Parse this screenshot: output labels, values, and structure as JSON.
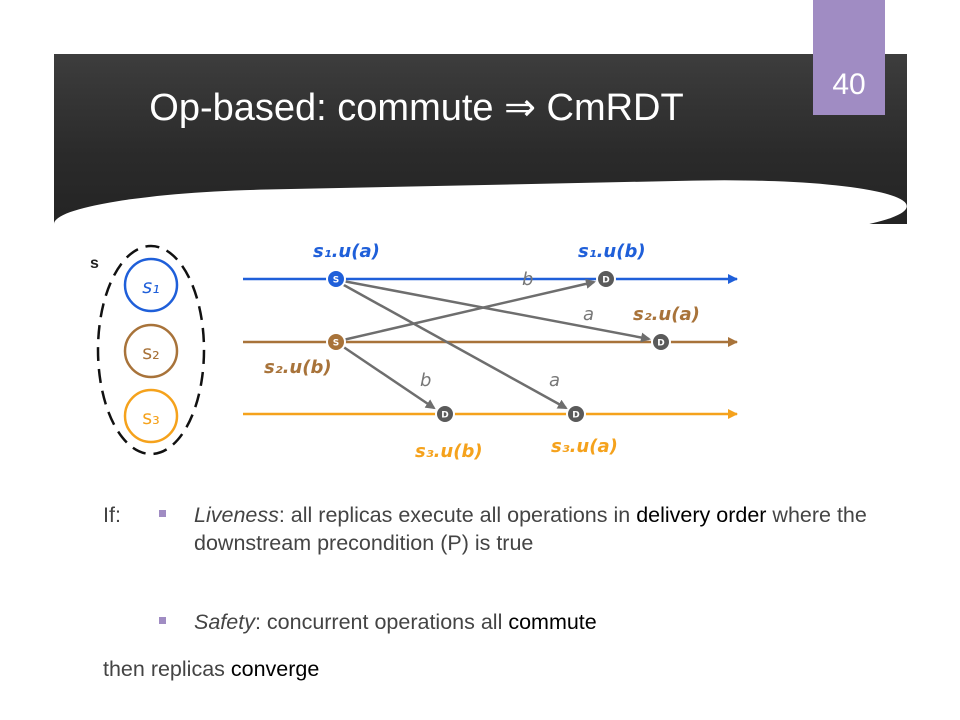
{
  "slide": {
    "title": "Op-based: commute ⇒ CmRDT",
    "page_number": "40"
  },
  "diagram": {
    "set_label": "s",
    "replicas": [
      {
        "id": "s1",
        "label": "s₁",
        "color": "#1f5fd9"
      },
      {
        "id": "s2",
        "label": "s₂",
        "color": "#a8733a"
      },
      {
        "id": "s3",
        "label": "s₃",
        "color": "#f5a21c"
      }
    ],
    "node_letters": {
      "source": "S",
      "downstream": "D"
    },
    "event_labels": {
      "s1_source": "s₁.u(a)",
      "s1_down": "s₁.u(b)",
      "s2_source": "s₂.u(b)",
      "s2_down": "s₂.u(a)",
      "s3_down_b": "s₃.u(b)",
      "s3_down_a": "s₃.u(a)"
    },
    "message_labels": {
      "b_upper": "b",
      "a_upper": "a",
      "b_lower": "b",
      "a_lower": "a"
    }
  },
  "conditions": {
    "if_label": "If:",
    "liveness": {
      "term": "Liveness",
      "text_a": ": all replicas execute all operations in ",
      "highlight": "delivery order",
      "text_b": " where the downstream precondition (P) is true"
    },
    "safety": {
      "term": "Safety",
      "text_a": ": concurrent operations all ",
      "highlight": "commute"
    },
    "conclusion": {
      "text_a": "then replicas ",
      "highlight": "converge"
    }
  },
  "colors": {
    "accent": "#a08cc3",
    "replica1": "#1f5fd9",
    "replica2": "#a8733a",
    "replica3": "#f5a21c",
    "message": "#6e6e6e",
    "node": "#5a5a5a"
  }
}
